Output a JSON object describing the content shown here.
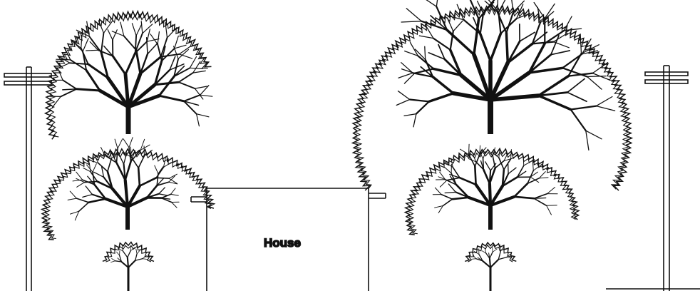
{
  "diagram": {
    "labels": {
      "house": "House"
    },
    "colors": {
      "ink": "#111111",
      "background": "#ffffff"
    },
    "elements": [
      "utility-pole-left",
      "utility-pole-right",
      "tree-large-left",
      "tree-medium-left",
      "tree-small-left",
      "house",
      "tree-large-right",
      "tree-medium-right",
      "tree-small-right"
    ]
  }
}
